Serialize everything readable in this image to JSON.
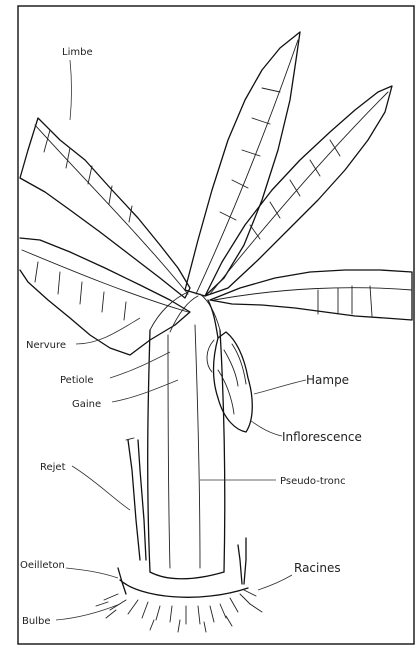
{
  "diagram": {
    "labels": {
      "limbe": "Limbe",
      "nervure": "Nervure",
      "petiole": "Petiole",
      "gaine": "Gaine",
      "rejet": "Rejet",
      "oeilleton": "Oeilleton",
      "bulbe": "Bulbe",
      "hampe": "Hampe",
      "inflorescence": "Inflorescence",
      "pseudo_tronc": "Pseudo-tronc",
      "racines": "Racines"
    }
  }
}
